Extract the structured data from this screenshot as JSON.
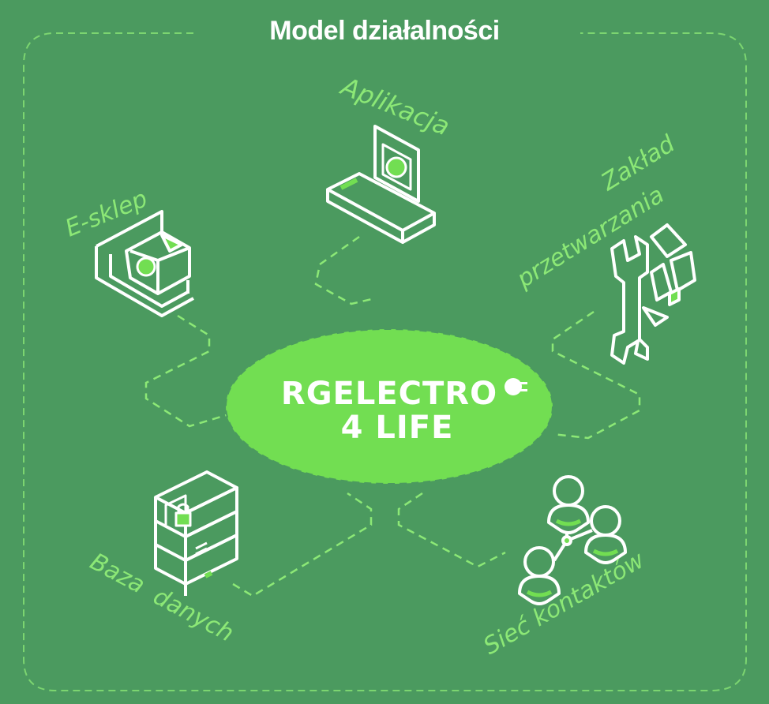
{
  "title": "Model działalności",
  "center": {
    "line1": "RGELECTRO",
    "line2": "4 LIFE"
  },
  "nodes": {
    "app": {
      "label": "Aplikacja",
      "icon": "laptop-app-icon"
    },
    "shop": {
      "label": "E-sklep",
      "icon": "shop-box-icon"
    },
    "plant": {
      "label_line1": "Zakład",
      "label_line2": "przetwarzania",
      "icon": "wrench-recycle-icon"
    },
    "db": {
      "label_line1": "Baza",
      "label_line2": "danych",
      "icon": "server-database-icon"
    },
    "network": {
      "label": "Sieć kontaktów",
      "icon": "people-network-icon"
    }
  },
  "colors": {
    "background": "#4b9a5f",
    "accent": "#71df54",
    "label": "#8ce876",
    "line": "#ffffff"
  }
}
